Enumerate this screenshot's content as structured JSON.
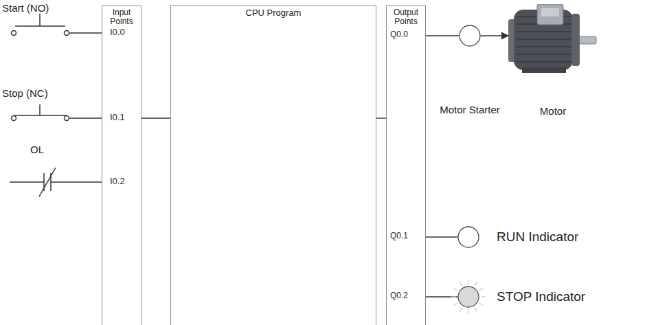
{
  "diagram": {
    "nodes": [
      {
        "text": [
          "Input Points"
        ]
      },
      {
        "text": [
          "CPU Program"
        ]
      },
      {
        "text": [
          "Output Points"
        ]
      },
      {
        "text": [
          "Motor Starter"
        ]
      },
      {
        "text": [
          "Motor"
        ]
      },
      {
        "text": [
          "RUN Indicator"
        ]
      },
      {
        "text": [
          "STOP Indicator"
        ]
      }
    ],
    "edges": [
      {
        "from": 0,
        "to": 1,
        "arrow": "none"
      },
      {
        "from": 1,
        "to": 2,
        "arrow": "none"
      },
      {
        "from": 2,
        "to": 3,
        "arrow": "none"
      },
      {
        "from": 3,
        "to": 4,
        "arrow": "to"
      },
      {
        "from": 2,
        "to": 5,
        "arrow": "none"
      },
      {
        "from": 2,
        "to": 6,
        "arrow": "none"
      }
    ],
    "labels": [
      "Start (NO)",
      "Stop (NC)",
      "OL",
      "I0.0",
      "I0.1",
      "I0.2",
      "Q0.0",
      "Q0.1",
      "Q0.2"
    ]
  }
}
